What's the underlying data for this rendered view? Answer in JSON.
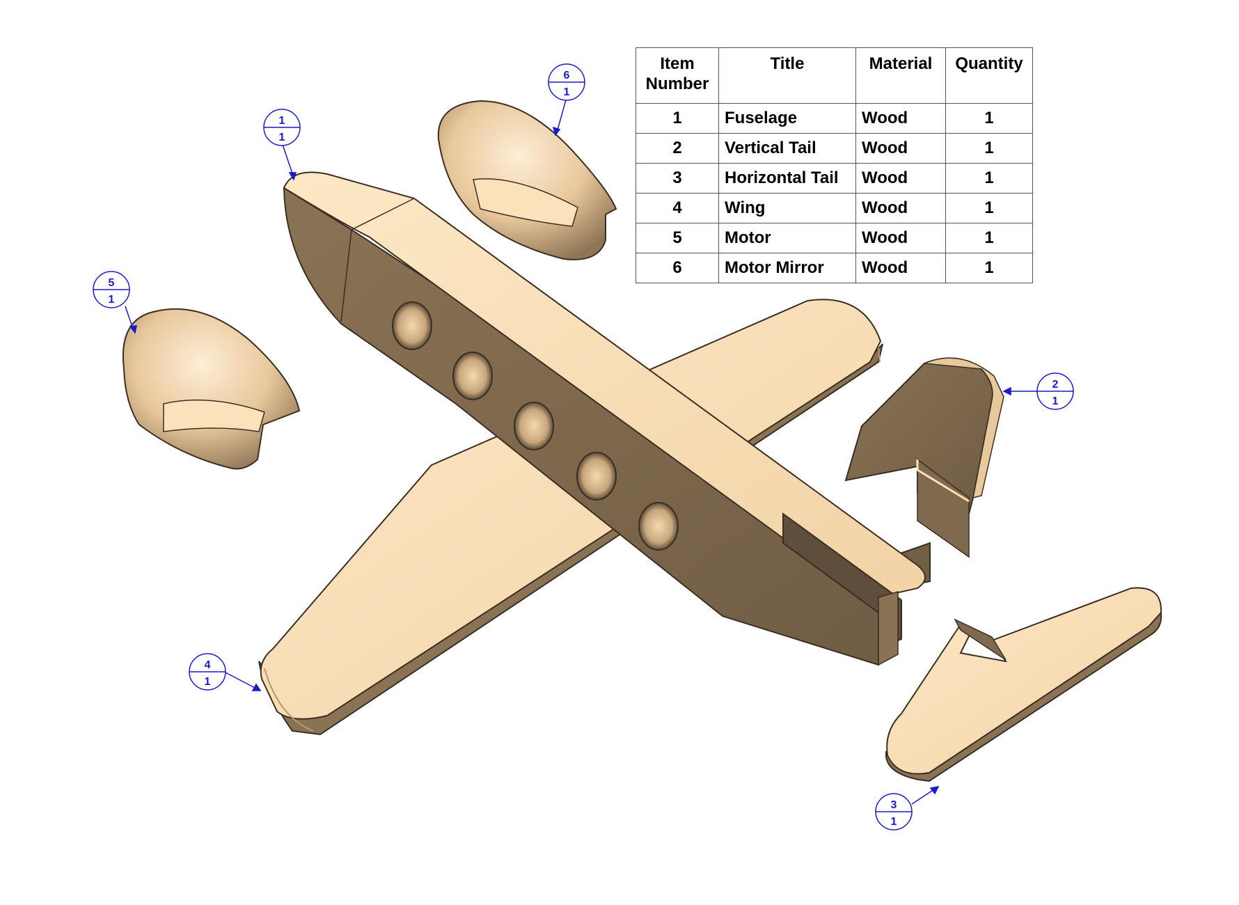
{
  "bom": {
    "headers": [
      "Item Number",
      "Title",
      "Material",
      "Quantity"
    ],
    "rows": [
      {
        "item": "1",
        "title": "Fuselage",
        "material": "Wood",
        "qty": "1"
      },
      {
        "item": "2",
        "title": "Vertical Tail",
        "material": "Wood",
        "qty": "1"
      },
      {
        "item": "3",
        "title": "Horizontal Tail",
        "material": "Wood",
        "qty": "1"
      },
      {
        "item": "4",
        "title": "Wing",
        "material": "Wood",
        "qty": "1"
      },
      {
        "item": "5",
        "title": "Motor",
        "material": "Wood",
        "qty": "1"
      },
      {
        "item": "6",
        "title": "Motor Mirror",
        "material": "Wood",
        "qty": "1"
      }
    ]
  },
  "balloons": [
    {
      "id": "fuselage",
      "item": "1",
      "qty": "1"
    },
    {
      "id": "vertical-tail",
      "item": "2",
      "qty": "1"
    },
    {
      "id": "horizontal-tail",
      "item": "3",
      "qty": "1"
    },
    {
      "id": "wing",
      "item": "4",
      "qty": "1"
    },
    {
      "id": "motor",
      "item": "5",
      "qty": "1"
    },
    {
      "id": "motor-mirror",
      "item": "6",
      "qty": "1"
    }
  ],
  "colors": {
    "wood_light": "#fbe2bb",
    "wood_mid": "#dcb88c",
    "wood_dark": "#7f6a4f",
    "outline": "#3a2e22",
    "balloon_blue": "#1a1acc"
  }
}
